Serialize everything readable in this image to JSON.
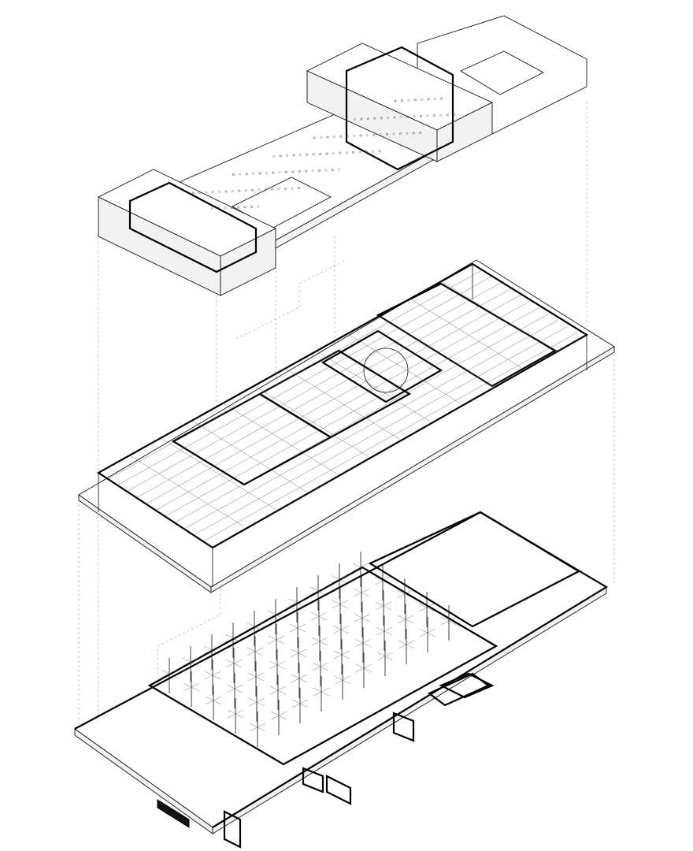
{
  "diagram": {
    "type": "exploded-axonometric-floor-plans",
    "levels": [
      "roof",
      "upper-floor",
      "ground-floor"
    ]
  },
  "colors": {
    "background": "#ffffff",
    "line": "#111111",
    "fill_light": "#f2f2f2",
    "projection": "#999999"
  }
}
